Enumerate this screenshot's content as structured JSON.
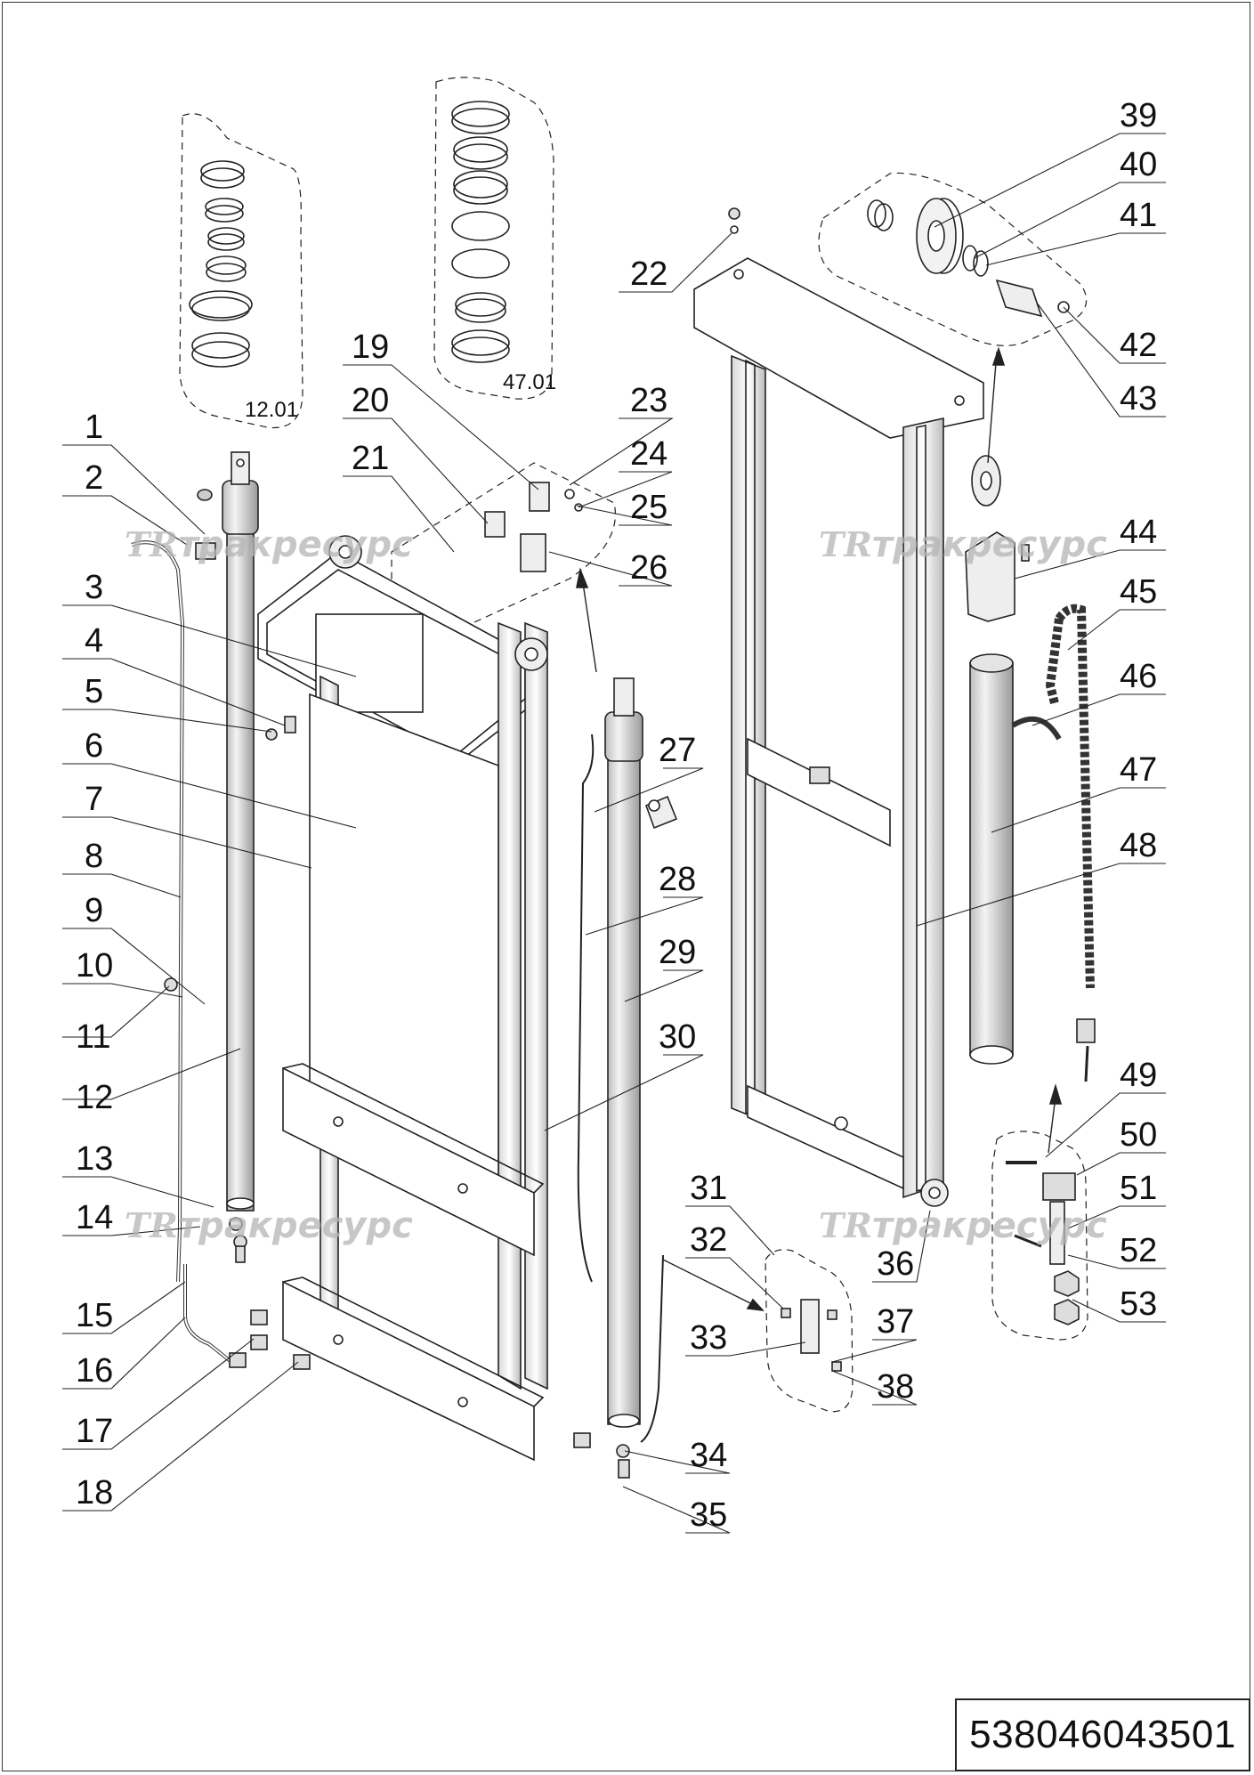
{
  "drawing": {
    "document_number": "538046043501",
    "groups": [
      {
        "id": "group-12",
        "label": "12.01"
      },
      {
        "id": "group-47",
        "label": "47.01"
      }
    ],
    "callouts": [
      "1",
      "2",
      "3",
      "4",
      "5",
      "6",
      "7",
      "8",
      "9",
      "10",
      "11",
      "12",
      "13",
      "14",
      "15",
      "16",
      "17",
      "18",
      "19",
      "20",
      "21",
      "22",
      "23",
      "24",
      "25",
      "26",
      "27",
      "28",
      "29",
      "30",
      "31",
      "32",
      "33",
      "34",
      "35",
      "36",
      "37",
      "38",
      "39",
      "40",
      "41",
      "42",
      "43",
      "44",
      "45",
      "46",
      "47",
      "48",
      "49",
      "50",
      "51",
      "52",
      "53"
    ],
    "watermark": {
      "logo": "TR",
      "text": "тракресурс"
    }
  }
}
